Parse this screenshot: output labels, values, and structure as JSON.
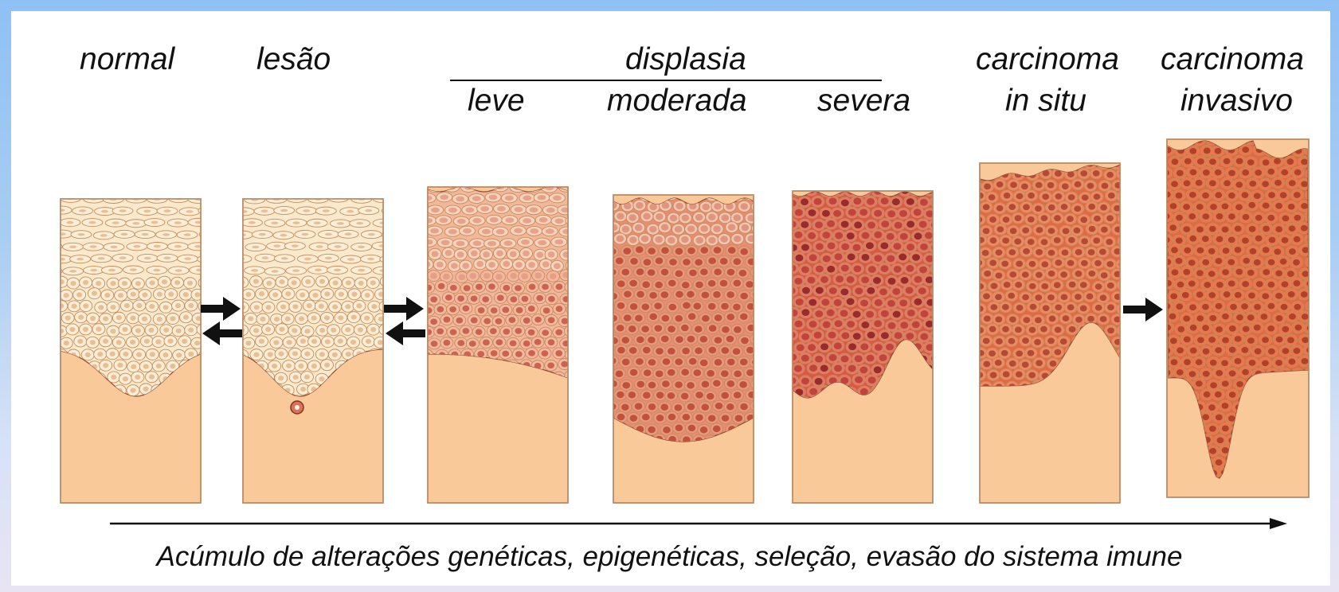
{
  "stages": [
    {
      "id": "normal",
      "label": "normal"
    },
    {
      "id": "lesao",
      "label": "lesão"
    },
    {
      "id": "leve",
      "label": "leve"
    },
    {
      "id": "moderada",
      "label": "moderada"
    },
    {
      "id": "severa",
      "label": "severa"
    },
    {
      "id": "carcinoma-in-situ",
      "label_line1": "carcinoma",
      "label_line2": "in situ"
    },
    {
      "id": "carcinoma-invasivo",
      "label_line1": "carcinoma",
      "label_line2": "invasivo"
    }
  ],
  "group_label": "displasia",
  "caption": "Acúmulo de alterações genéticas, epigenéticas, seleção, evasão do sistema imune",
  "colors": {
    "stroma": "#f9c99a",
    "normal_epithelium": "#fbe9cc",
    "cell_outline": "#c98a5a",
    "dysplasia_light": "#f1b79a",
    "dysplasia_mid": "#e58e73",
    "dysplasia_dark": "#d85a45",
    "carcinoma": "#e06a44",
    "arrow": "#111111"
  },
  "arrows": [
    "bidirectional",
    "bidirectional",
    "forward"
  ]
}
